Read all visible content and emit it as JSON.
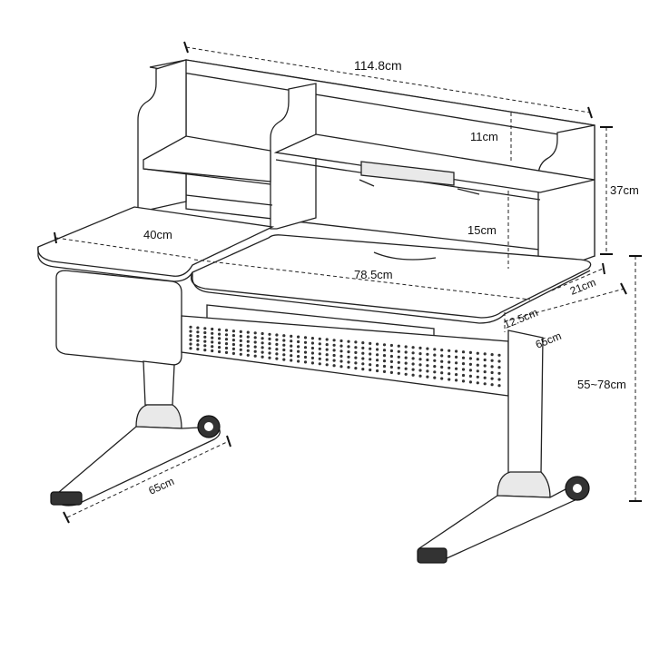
{
  "dimensions": {
    "total_width": "114.8cm",
    "shelf_height_upper": "11cm",
    "hutch_height": "37cm",
    "shelf_height_lower": "15cm",
    "left_top_width": "40cm",
    "main_top_width": "78.5cm",
    "desk_depth_small": "21cm",
    "tilt_edge": "12.5cm",
    "desk_depth": "65cm",
    "height_range": "55~78cm",
    "base_length": "65cm"
  },
  "colors": {
    "line": "#222222",
    "background": "#ffffff"
  }
}
